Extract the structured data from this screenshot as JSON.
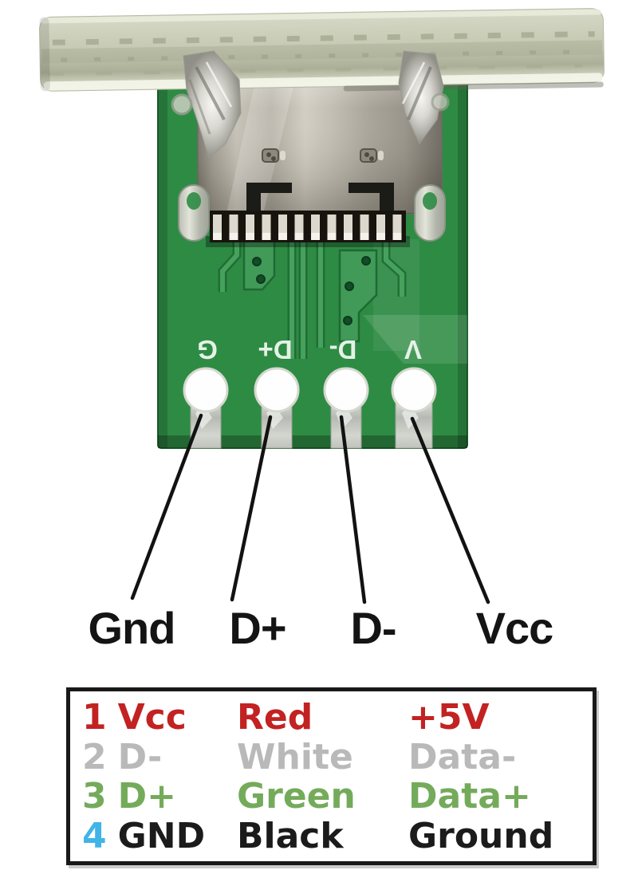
{
  "board": {
    "silkscreen_labels": [
      "G",
      "D+",
      "D-",
      "V"
    ],
    "pin_labels": [
      "Gnd",
      "D+",
      "D-",
      "Vcc"
    ]
  },
  "pinout_table": {
    "rows": [
      {
        "pin_number": "1",
        "pin_name": "Vcc",
        "wire_color": "Red",
        "signal": "+5V",
        "text_color": "#c32222",
        "pin_number_color": "#c32222"
      },
      {
        "pin_number": "2",
        "pin_name": "D-",
        "wire_color": "White",
        "signal": "Data-",
        "text_color": "#b9b9b9",
        "pin_number_color": "#b9b9b9"
      },
      {
        "pin_number": "3",
        "pin_name": "D+",
        "wire_color": "Green",
        "signal": "Data+",
        "text_color": "#74ab5b",
        "pin_number_color": "#74ab5b"
      },
      {
        "pin_number": "4",
        "pin_name": "GND",
        "wire_color": "Black",
        "signal": "Ground",
        "text_color": "#1b1b1b",
        "pin_number_color": "#41b4e7"
      }
    ]
  },
  "colors": {
    "pcb_green": "#2e8b44",
    "trace_green": "#46a15c",
    "connector_silver": "#c2beb3",
    "table_border": "#191919",
    "annotation_line": "#121212"
  }
}
